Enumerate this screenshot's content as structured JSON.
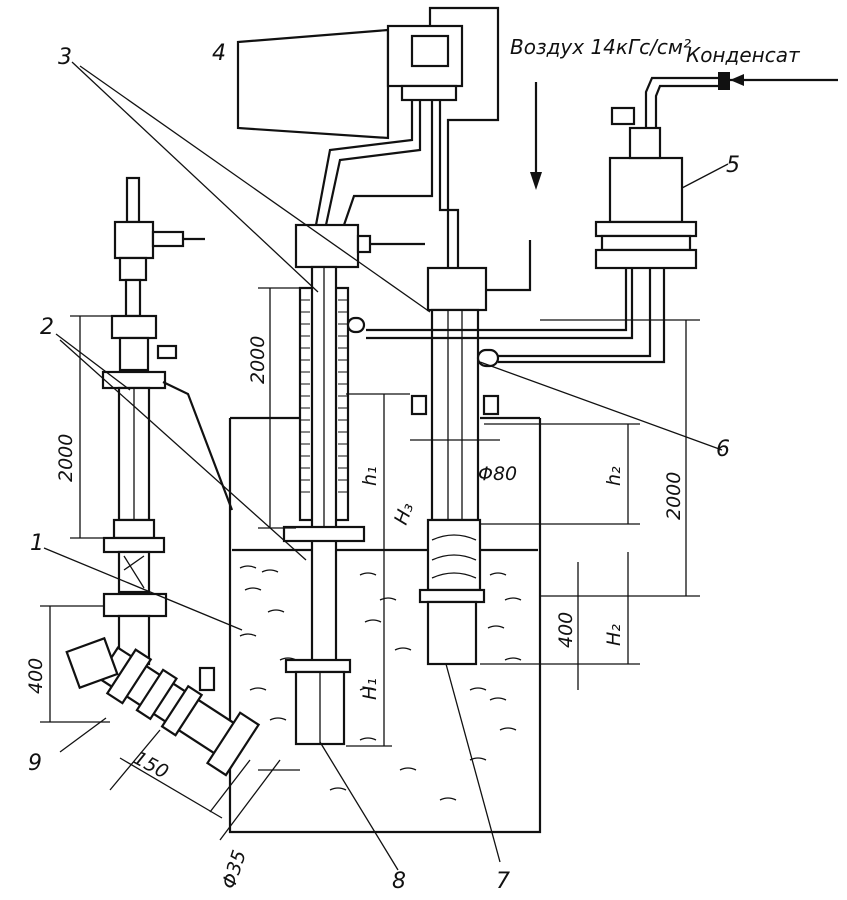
{
  "labels": {
    "n1": "1",
    "n2": "2",
    "n3": "3",
    "n4": "4",
    "n5": "5",
    "n6": "6",
    "n7": "7",
    "n8": "8",
    "n9": "9"
  },
  "header": {
    "air": "Воздух 14кГс/см²",
    "condensate": "Конденсат"
  },
  "dimensions": {
    "d2000_left": "2000",
    "d2000_mid": "2000",
    "d2000_right": "2000",
    "d400_left": "400",
    "d400_right": "400",
    "d150": "150",
    "phi35": "Φ35",
    "phi80": "Φ80",
    "h1": "h₁",
    "h2": "h₂",
    "H1": "H₁",
    "H2": "H₂",
    "H3": "H₃"
  }
}
